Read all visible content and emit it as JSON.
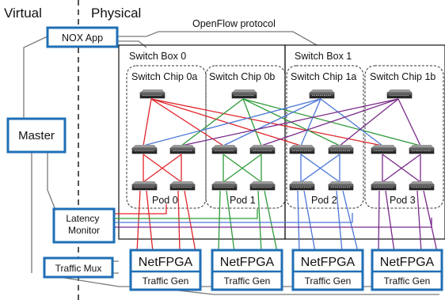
{
  "header": {
    "left": "Virtual",
    "right": "Physical",
    "protocol": "OpenFlow protocol"
  },
  "control": {
    "nox_app": "NOX App",
    "master": "Master",
    "latency_monitor": "Latency Monitor",
    "traffic_mux": "Traffic Mux"
  },
  "switch_boxes": [
    "Switch Box 0",
    "Switch Box 1"
  ],
  "switch_chips": [
    "Switch Chip 0a",
    "Switch Chip 0b",
    "Switch Chip 1a",
    "Switch Chip 1b"
  ],
  "pods": [
    "Pod 0",
    "Pod 1",
    "Pod 2",
    "Pod 3"
  ],
  "netfpga": {
    "label": "NetFPGA",
    "sublabel": "Traffic Gen"
  },
  "colors": {
    "blue_box": "#1f6fb5",
    "pod0": "#e0242a",
    "pod1": "#2e9a38",
    "pod2": "#4a76d6",
    "pod3": "#7a2a8a",
    "gray_line": "#7a7a7a"
  }
}
